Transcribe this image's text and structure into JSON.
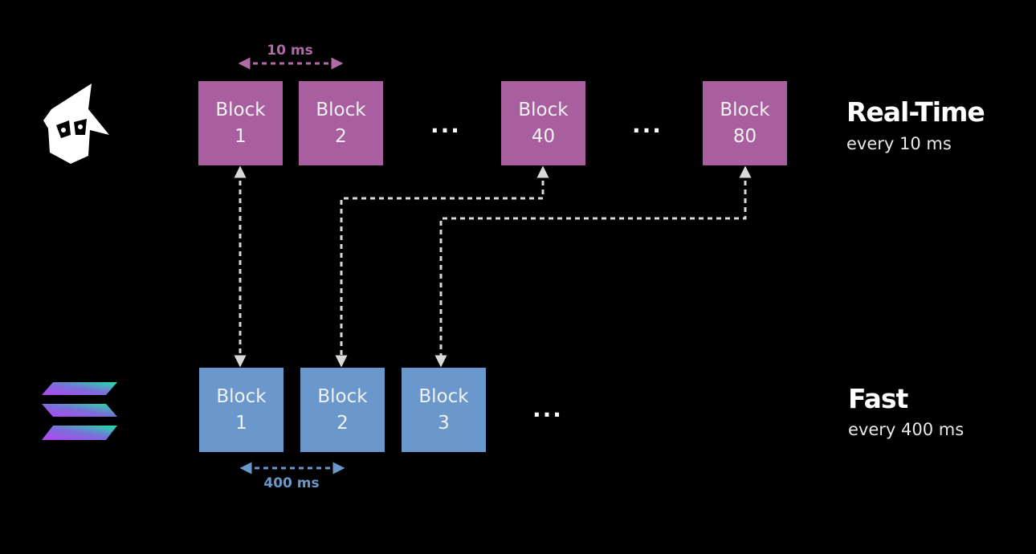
{
  "realtime": {
    "title": "Real-Time",
    "subtitle": "every 10 ms",
    "interval_label": "10 ms",
    "color": "#a95f9f",
    "blocks": [
      {
        "word": "Block",
        "number": "1"
      },
      {
        "word": "Block",
        "number": "2"
      },
      {
        "word": "Block",
        "number": "40"
      },
      {
        "word": "Block",
        "number": "80"
      }
    ],
    "ellipsis": [
      "...",
      "..."
    ],
    "logo_icon": "wizard-hat-icon"
  },
  "fast": {
    "title": "Fast",
    "subtitle": "every 400 ms",
    "interval_label": "400 ms",
    "color": "#6a97cc",
    "blocks": [
      {
        "word": "Block",
        "number": "1"
      },
      {
        "word": "Block",
        "number": "2"
      },
      {
        "word": "Block",
        "number": "3"
      }
    ],
    "ellipsis": [
      "..."
    ],
    "logo_icon": "solana-logo-icon"
  },
  "connector_color": "#d9d9d9"
}
